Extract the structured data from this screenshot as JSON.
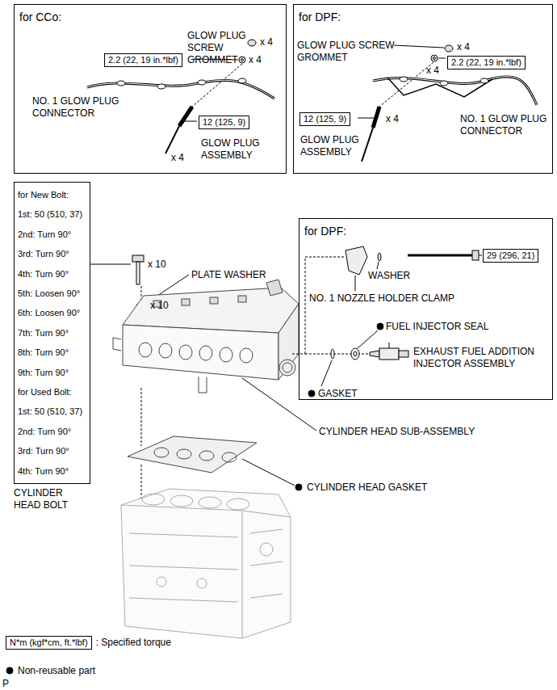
{
  "diagram": {
    "nodes": [
      {
        "text": [
          "for CCo:"
        ]
      },
      {
        "text": [
          "2.2 (22, 19 in.*lbf)"
        ],
        "in": 0
      },
      {
        "text": [
          "12 (125, 9)"
        ],
        "in": 0
      },
      {
        "text": [
          "for DPF:"
        ]
      },
      {
        "text": [
          "2.2 (22, 19 in.*lbf)"
        ],
        "in": 3
      },
      {
        "text": [
          "12 (125, 9)"
        ],
        "in": 3
      },
      {
        "text": [
          "for New Bolt:",
          "1st: 50 (510, 37)",
          "2nd: Turn 90°",
          "3rd: Turn 90°",
          "4th: Turn 90°",
          "5th: Loosen 90°",
          "6th: Loosen 90°",
          "7th: Turn 90°",
          "8th: Turn 90°",
          "9th: Turn 90°",
          "for Used Bolt:",
          "1st: 50 (510, 37)",
          "2nd: Turn 90°",
          "3rd: Turn 90°",
          "4th: Turn 90°",
          "CYLINDER HEAD BOLT"
        ]
      },
      {
        "text": [
          "for DPF:"
        ]
      },
      {
        "text": [
          "29 (296, 21)"
        ],
        "in": 7
      },
      {
        "text": [
          "N*m (kgf*cm, ft.*lbf)"
        ]
      }
    ],
    "labels": [
      "GLOW PLUG SCREW GROMMET",
      "x 4",
      "x 4",
      "NO. 1 GLOW PLUG CONNECTOR",
      "GLOW PLUG ASSEMBLY",
      "x 4",
      "GLOW PLUG SCREW GROMMET",
      "x 4",
      "x 4",
      "GLOW PLUG ASSEMBLY",
      "x 4",
      "NO. 1 GLOW PLUG CONNECTOR",
      "x 10",
      "PLATE WASHER",
      "x 10",
      "CYLINDER HEAD SUB-ASSEMBLY",
      "CYLINDER HEAD GASKET",
      "WASHER",
      "NO. 1 NOZZLE HOLDER CLAMP",
      "FUEL INJECTOR SEAL",
      "EXHAUST FUEL ADDITION INJECTOR ASSEMBLY",
      "GASKET",
      "P"
    ],
    "legend": [
      {
        "text": ": Specified torque"
      },
      {
        "text": "Non-reusable part"
      }
    ]
  }
}
